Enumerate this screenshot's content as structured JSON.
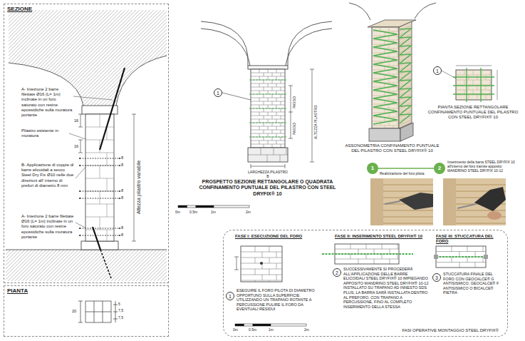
{
  "diagram": {
    "nodes": [
      {
        "text": [
          "SEZIONE"
        ]
      },
      {
        "text": [
          "PIANTA"
        ]
      },
      {
        "text": [
          "1"
        ]
      },
      {
        "text": [
          "1"
        ]
      },
      {
        "text": [
          "1"
        ]
      },
      {
        "text": [
          "2"
        ]
      },
      {
        "text": [
          "FASI OPERATIVE MONTAGGIO STEEL DRYFIX®"
        ]
      },
      {
        "text": [
          "1"
        ],
        "in": 6
      },
      {
        "text": [
          "2"
        ],
        "in": 6
      },
      {
        "text": [
          "3"
        ],
        "in": 6
      }
    ],
    "edges": [
      {
        "from": 4,
        "to": 5,
        "arrow": "none"
      }
    ],
    "labels": [
      "A- Iniezione 2 barre filettate Ø16 (L= 1m) inclinate in un foro saturato con resine epossidiche sulla muratura portante",
      "Pilastro esistente in muratura",
      "16",
      "16",
      "B- Applicazione di coppie di barre elicoidali a secco Steel Dry Fix Ø10 nelle due direzioni all' interno di prefori di diametro 8 mm",
      "Altezza pilastro variabile",
      "A- Iniezione 2 barre filettate Ø16 (L= 1m) inclinate in un foro saturato con resine epossidiche sulla muratura portante",
      "8",
      "8",
      "8",
      "8",
      "8",
      "8",
      "20",
      "5",
      "7,5",
      "7,5",
      "PASSO",
      "PASSO",
      "ALTEZZA PILASTRO",
      "LARGHEZZA PILASTRO B",
      "PROSPETTO SEZIONE RETTANGOLARE O QUADRATA CONFINAMENTO PUNTUALE DEL PILASTRO CON STEEL DRYFIX® 10",
      "0m",
      "0.5m",
      "1m",
      "2m",
      "ASSONOMETRIA CONFINAMENTO PUNTUALE DEL PILASTRO CON STEEL DRYFIX® 10",
      "PIANTA SEZIONE RETTANGOLARE CONFINAMENTO PUNTUALE DEL PILASTRO CON STEEL DRYFIX® 10",
      "Realizzazione del foro pilota",
      "Inserimento della barra STEEL DRYFIX 10 all'interno del foro tramite apposito MANDRINO STEEL DRYFIX 10-12",
      "FASE I: ESECUZIONE DEL FORO",
      "FASE II: INSERIMENTO STEEL DRYFIX® 10",
      "FASE III: STUCCATURA DEL FORO",
      "ESEGUIRE IL FORO PILOTA DI DIAMETRO OPPORTUNO SULLA SUPERFICIE UTILIZZANDO UN TRAPANO ROTANTE A PERCUSSIONE PULIRE IL FORO DA EVENTUALI RESIDUI",
      "SUCCESSIVAMENTE SI PROCEDERÀ ALL'APPLICAZIONE DELLE BARRE ELICOIDALI STEEL DRYFIX® 10 IMPIEGANDO APPOSITO MANDRINO STEEL DRYFIX® 10-12 INSTALLATO SU TRAPANO AD INNESTO SDS PLUS, LA BARRA SARÀ INSTALLATA DENTRO AL PREFORO, CON TRAPANO A PERCUSSIONE, FINO AL COMPLETO INSERIMENTO DELLA STESSA",
      "STUCCATURA FINALE DEL FORO CON GEOCALCE® G ANTISISMICO, GEOCALCE® F ANTISISMICO O BICALCE® PIETRA",
      "0m",
      "0.5m",
      "1m",
      "2m"
    ]
  }
}
